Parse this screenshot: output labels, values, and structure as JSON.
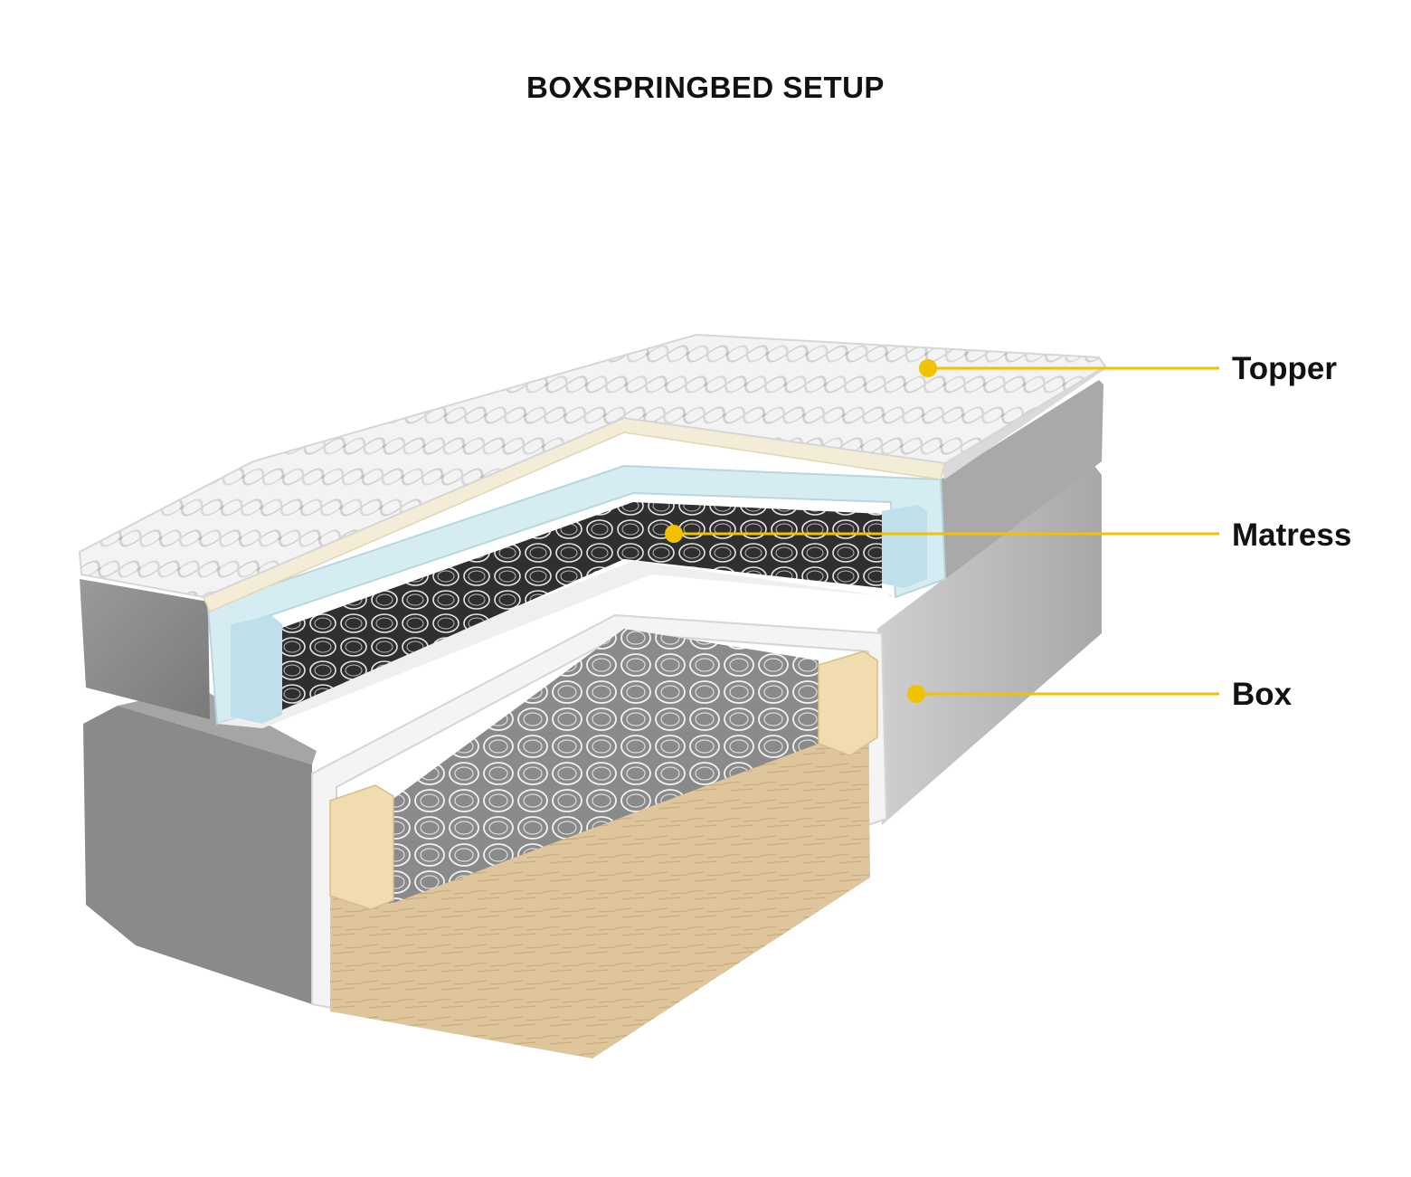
{
  "title": "BOXSPRINGBED SETUP",
  "callouts": [
    {
      "id": "topper",
      "label": "Topper"
    },
    {
      "id": "mattress",
      "label": "Matress"
    },
    {
      "id": "box",
      "label": "Box"
    }
  ],
  "colors": {
    "accent": "#F2C200",
    "fabric_gray": "#8d8d8d",
    "fabric_gray_light": "#c9c9c9",
    "quilt_white": "#f4f4f4",
    "foam_cream": "#f3ecd6",
    "foam_blue": "#cfe6ee",
    "wood": "#dcc49a",
    "spring_bg": "#3a3a3a"
  }
}
